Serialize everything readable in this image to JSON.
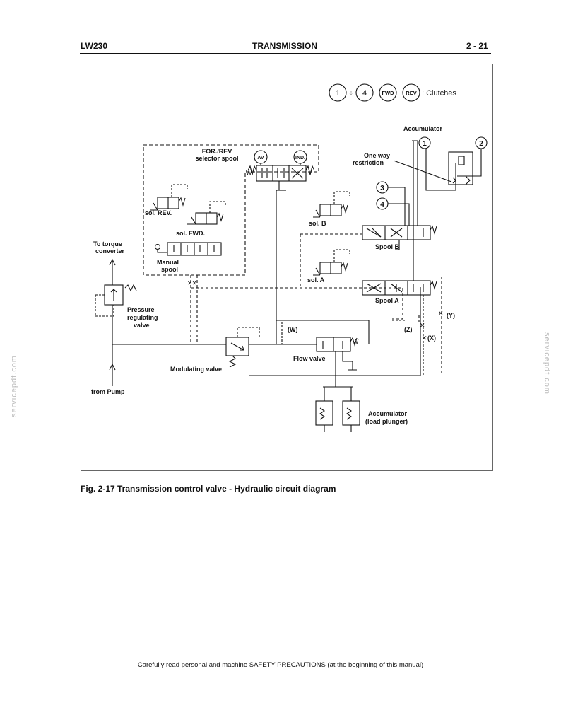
{
  "header": {
    "left": "LW230",
    "center": "TRANSMISSION",
    "right": "2 - 21"
  },
  "legend": {
    "c1": "1",
    "sep": "÷",
    "c4": "4",
    "fwd": "FWD",
    "rev": "REV",
    "suffix": ": Clutches"
  },
  "labels": {
    "accumulator_top": "Accumulator",
    "for_rev_1": "FOR./REV",
    "for_rev_2": "selector spool",
    "av": "AV",
    "ind": "IND.",
    "one_way_1": "One way",
    "one_way_2": "restriction",
    "sol_rev": "sol. REV.",
    "sol_fwd": "sol. FWD.",
    "sol_b": "sol. B",
    "sol_a": "sol. A",
    "spool_b": "Spool B",
    "spool_a": "Spool A",
    "to_torque_1": "To torque",
    "to_torque_2": "converter",
    "manual_1": "Manual",
    "manual_2": "spool",
    "pressure_1": "Pressure",
    "pressure_2": "regulating",
    "pressure_3": "valve",
    "w": "(W)",
    "x": "(X)",
    "y": "(Y)",
    "z": "(Z)",
    "flow_valve": "Flow valve",
    "modulating_valve": "Modulating valve",
    "from_pump": "from Pump",
    "acc_load_1": "Accumulator",
    "acc_load_2": "(load plunger)",
    "n1": "1",
    "n2": "2",
    "n3": "3",
    "n4": "4",
    "spring": "W"
  },
  "caption": "Fig. 2-17  Transmission control valve - Hydraulic circuit diagram",
  "footer": "Carefully read personal and machine SAFETY PRECAUTIONS (at the beginning of this manual)",
  "watermark": "servicepdf.com"
}
